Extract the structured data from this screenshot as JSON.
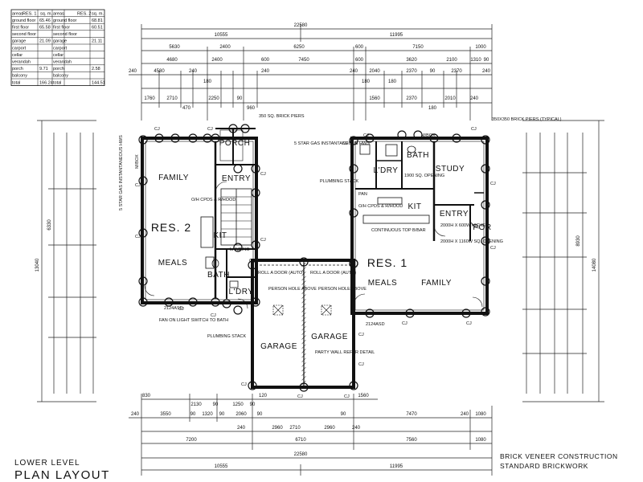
{
  "area_table": {
    "headers": [
      "areas",
      "RES. 1",
      "sq. m.",
      "areas",
      "RES. 2",
      "sq. m."
    ],
    "rows": [
      [
        "ground floor",
        "65.46",
        "ground floor",
        "68.81"
      ],
      [
        "first floor",
        "65.58",
        "first floor",
        "60.51"
      ],
      [
        "second floor",
        "",
        "second floor",
        ""
      ],
      [
        "garage",
        "21.09",
        "garage",
        "21.11"
      ],
      [
        "carport",
        "",
        "carport",
        ""
      ],
      [
        "cellar",
        "",
        "cellar",
        ""
      ],
      [
        "verandah",
        "",
        "verandah",
        ""
      ],
      [
        "porch",
        "9.71",
        "porch",
        "2.58"
      ],
      [
        "balcony",
        "",
        "balcony",
        ""
      ],
      [
        "total",
        "166.24",
        "total",
        "144.51"
      ]
    ]
  },
  "rooms": {
    "family_left": "FAMILY",
    "res2": "RES. 2",
    "meals_left": "MEALS",
    "entry_left": "ENTRY",
    "porch_left": "PORCH",
    "kit_left": "KIT",
    "bath_left": "BATH",
    "ldry_left": "L'DRY",
    "garage_left": "GARAGE",
    "garage_right": "GARAGE",
    "ldry_right": "L'DRY",
    "bath_right": "BATH",
    "study": "STUDY",
    "kit_right": "KIT",
    "entry_right": "ENTRY",
    "por_right": "POR",
    "res1": "RES. 1",
    "meals_right": "MEALS",
    "family_right": "FAMILY"
  },
  "notes": {
    "brick_piers_top": "350 SQ. BRICK PIERS",
    "gas_hws_center": "5 STAR GAS INSTANTANEOUS HWS",
    "mbox": "M/BOX",
    "brick_piers_right": "350X350 BRICK PIERS (TYPICAL)",
    "gas_hws_left": "5 STAR GAS INSTANTANEOUS HWS",
    "mbox_left": "M/BOX",
    "plumbing_stack_right": "PLUMBING STACK",
    "opening_right": "1900 SQ. OPENING",
    "rhood_right": "O/H CPDS & R/HOOD",
    "bench_right": "CONTINUOUS TOP B/BAR",
    "pantry": "PAN",
    "niche": "2000H X 600W NICHE",
    "opening_entry": "2000H X 1160W SQ. OPENING",
    "rhood_left": "O/H CPDS & R/HOOD",
    "landing": "LANDING",
    "roller_left": "ROLL A DOOR (AUTO)",
    "roller_right": "ROLL A DOOR (AUTO)",
    "hole_left": "PERSON HOLE ABOVE",
    "hole_right": "PERSON HOLE ABOVE",
    "party_wall": "PARTY WALL REFER DETAIL",
    "fan": "FAN ON LIGHT SWITCH TO BATH",
    "plumbing_stack_left": "PLUMBING STACK",
    "cj": "CJ",
    "door_size_left": "2124ASD",
    "door_size_right": "2124ASD"
  },
  "dimensions": {
    "top": {
      "total": "22580",
      "halves": [
        "10555",
        "11995"
      ],
      "row2": [
        "5630",
        "2400",
        "6250",
        "600",
        "7150",
        "1000"
      ],
      "row3": [
        "4680",
        "2400",
        "600",
        "7450",
        "600",
        "3620",
        "2100",
        "1310",
        "90"
      ],
      "row4": [
        "240",
        "4580",
        "240",
        "180",
        "240",
        "240",
        "180",
        "2040",
        "180",
        "2370",
        "90",
        "2370",
        "240"
      ],
      "row5": [
        "1760",
        "2710",
        "470",
        "2250",
        "90",
        "960",
        "1560",
        "2370",
        "180",
        "2010",
        "240"
      ]
    },
    "bottom": {
      "row1": [
        "830",
        "2130",
        "90",
        "1250",
        "90",
        "120",
        "1560"
      ],
      "row2": [
        "240",
        "3550",
        "90",
        "1320",
        "90",
        "2060",
        "90",
        "90",
        "7470",
        "240",
        "1080"
      ],
      "row3": [
        "240",
        "2960",
        "2710",
        "2960",
        "240"
      ],
      "row4": [
        "7200",
        "6710",
        "7560",
        "1080"
      ],
      "total": "22580",
      "halves": [
        "10555",
        "11995"
      ]
    },
    "left_total": "13040",
    "left_mid": "6330",
    "right_total": "14080",
    "right_mid": "8930"
  },
  "captions": {
    "level": "LOWER LEVEL",
    "layout": "PLAN LAYOUT",
    "construction": "BRICK VENEER CONSTRUCTION",
    "brickwork": "STANDARD BRICKWORK"
  }
}
